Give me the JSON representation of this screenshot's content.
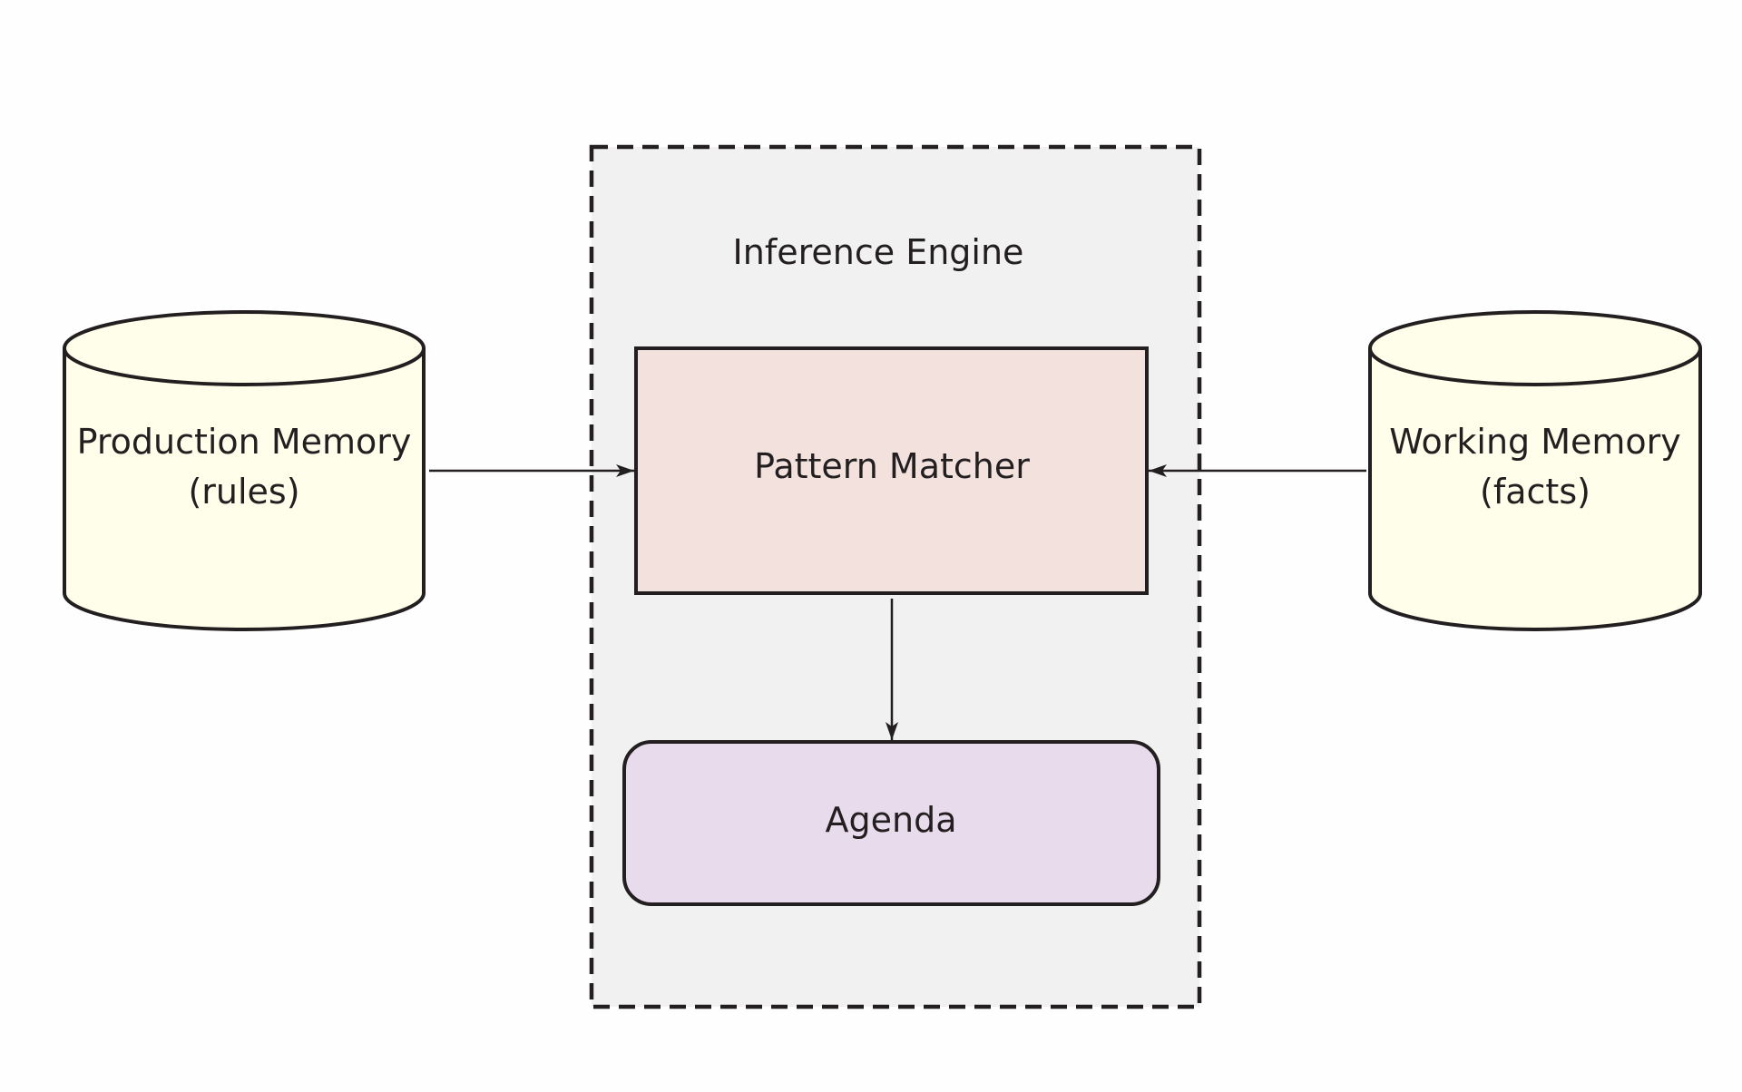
{
  "diagram": {
    "inference_engine": {
      "label": "Inference Engine",
      "fill": "#f1f1f1",
      "border_style": "dashed"
    },
    "pattern_matcher": {
      "label": "Pattern Matcher",
      "fill": "#f3e1de"
    },
    "agenda": {
      "label": "Agenda",
      "fill": "#e8dbeb"
    },
    "production_memory": {
      "line1": "Production Memory",
      "line2": "(rules)",
      "fill": "#fefeeb"
    },
    "working_memory": {
      "line1": "Working Memory",
      "line2": "(facts)",
      "fill": "#fefeeb"
    },
    "edges": [
      {
        "from": "production_memory",
        "to": "pattern_matcher"
      },
      {
        "from": "working_memory",
        "to": "pattern_matcher"
      },
      {
        "from": "pattern_matcher",
        "to": "agenda"
      }
    ],
    "stroke_color": "#231f20"
  }
}
